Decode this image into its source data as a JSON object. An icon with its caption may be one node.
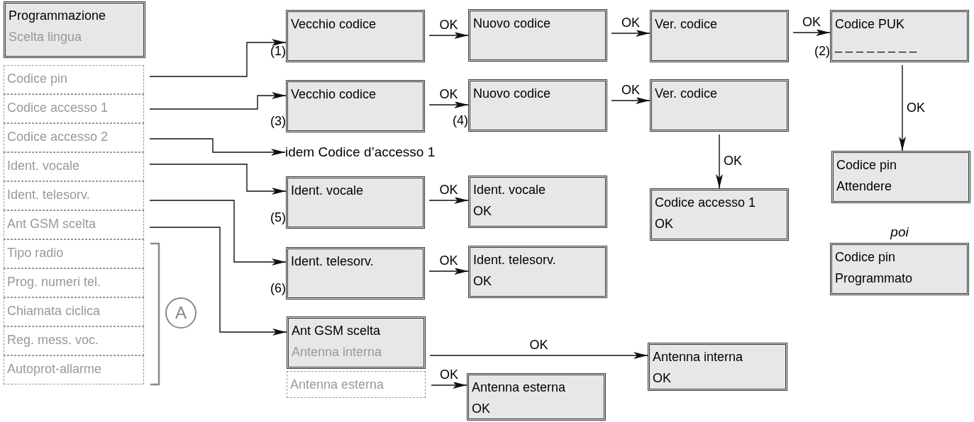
{
  "diagram": {
    "nodes": [
      {
        "text": [
          "Programmazione",
          "Scelta lingua"
        ]
      },
      {
        "text": [
          "Codice pin"
        ]
      },
      {
        "text": [
          "Codice accesso 1"
        ]
      },
      {
        "text": [
          "Codice accesso 2"
        ]
      },
      {
        "text": [
          "Ident. vocale"
        ]
      },
      {
        "text": [
          "Ident. telesorv."
        ]
      },
      {
        "text": [
          "Ant GSM scelta"
        ]
      },
      {
        "text": [
          "Tipo radio"
        ]
      },
      {
        "text": [
          "Prog. numeri tel."
        ]
      },
      {
        "text": [
          "Chiamata ciclica"
        ]
      },
      {
        "text": [
          "Reg. mess. voc."
        ]
      },
      {
        "text": [
          "Autoprot-allarme"
        ]
      },
      {
        "text": [
          "A"
        ]
      },
      {
        "text": [
          "Vecchio codice"
        ],
        "beside": [
          "(1)"
        ]
      },
      {
        "text": [
          "Nuovo codice"
        ]
      },
      {
        "text": [
          "Ver. codice"
        ]
      },
      {
        "text": [
          "Codice PUK",
          "_ _ _ _ _ _ _ _"
        ],
        "beside": [
          "(2)"
        ]
      },
      {
        "text": [
          "Vecchio codice"
        ],
        "beside": [
          "(3)"
        ]
      },
      {
        "text": [
          "Nuovo codice"
        ],
        "beside": [
          "(4)"
        ]
      },
      {
        "text": [
          "Ver. codice"
        ]
      },
      {
        "text": [
          "idem Codice d’accesso 1"
        ]
      },
      {
        "text": [
          "Ident. vocale"
        ],
        "beside": [
          "(5)"
        ]
      },
      {
        "text": [
          "Ident. vocale",
          "OK"
        ]
      },
      {
        "text": [
          "Codice accesso 1",
          "OK"
        ]
      },
      {
        "text": [
          "Codice pin",
          "Attendere"
        ]
      },
      {
        "text": [
          "Codice pin",
          "Programmato"
        ]
      },
      {
        "text": [
          "Ident. telesorv."
        ],
        "beside": [
          "(6)"
        ]
      },
      {
        "text": [
          "Ident. telesorv.",
          "OK"
        ]
      },
      {
        "text": [
          "Ant GSM scelta",
          "Antenna interna"
        ]
      },
      {
        "text": [
          "Antenna esterna"
        ]
      },
      {
        "text": [
          "Antenna interna",
          "OK"
        ]
      },
      {
        "text": [
          "Antenna esterna",
          "OK"
        ]
      }
    ],
    "edges": [
      {
        "from": 1,
        "to": 13,
        "arrow": "to"
      },
      {
        "from": 2,
        "to": 17,
        "arrow": "to"
      },
      {
        "from": 3,
        "to": 20,
        "arrow": "to"
      },
      {
        "from": 4,
        "to": 21,
        "arrow": "to"
      },
      {
        "from": 5,
        "to": 26,
        "arrow": "to"
      },
      {
        "from": 6,
        "to": 28,
        "arrow": "to"
      },
      {
        "from": 13,
        "to": 14,
        "arrow": "to",
        "label": "OK"
      },
      {
        "from": 14,
        "to": 15,
        "arrow": "to",
        "label": "OK"
      },
      {
        "from": 15,
        "to": 16,
        "arrow": "to",
        "label": "OK"
      },
      {
        "from": 17,
        "to": 18,
        "arrow": "to",
        "label": "OK"
      },
      {
        "from": 18,
        "to": 19,
        "arrow": "to",
        "label": "OK"
      },
      {
        "from": 21,
        "to": 22,
        "arrow": "to",
        "label": "OK"
      },
      {
        "from": 26,
        "to": 27,
        "arrow": "to",
        "label": "OK"
      },
      {
        "from": 28,
        "to": 30,
        "arrow": "to",
        "label": "OK"
      },
      {
        "from": 29,
        "to": 31,
        "arrow": "to",
        "label": "OK"
      },
      {
        "from": 19,
        "to": 23,
        "arrow": "to",
        "label": "OK"
      },
      {
        "from": 16,
        "to": 24,
        "arrow": "to",
        "label": "OK"
      }
    ],
    "labels": [
      "poi"
    ]
  }
}
